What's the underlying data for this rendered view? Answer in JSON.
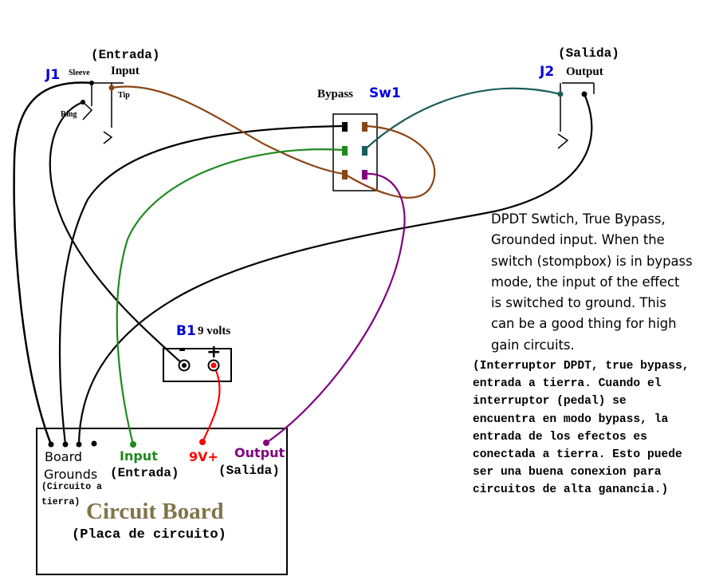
{
  "colors": {
    "ground_wire": "#000000",
    "tip_wire": "#8B4513",
    "output_wire": "#1a5c5c",
    "input_wire": "#1f8a1f",
    "board_output_wire": "#800080",
    "power_wire": "#ff0000",
    "ref_label": "#0000dd",
    "board_title": "#807548"
  },
  "j1": {
    "ref": "J1",
    "label_es": "(Entrada)",
    "label_en": "Input",
    "sleeve": "Sleeve",
    "tip": "Tip",
    "ring": "Ring"
  },
  "j2": {
    "ref": "J2",
    "label_es": "(Salida)",
    "label_en": "Output"
  },
  "sw1": {
    "name": "Bypass",
    "ref": "Sw1"
  },
  "b1": {
    "ref": "B1",
    "label": "9 volts",
    "minus": "-",
    "plus": "+"
  },
  "board": {
    "title": "Circuit Board",
    "title_es": "(Placa de circuito)",
    "grounds_line1": "Board",
    "grounds_line2": "Grounds",
    "grounds_es_line1": "(Circuito a",
    "grounds_es_line2": "tierra)",
    "input_en": "Input",
    "input_es": "(Entrada)",
    "power": "9V+",
    "output_en": "Output",
    "output_es": "(Salida)"
  },
  "notes": {
    "english": "DPDT Swtich, True Bypass,\nGrounded input.  When the\nswitch (stompbox) is in bypass\nmode, the  input of the effect\nis switched to ground.  This\ncan be a good thing for high\ngain circuits.",
    "spanish": "(Interruptor DPDT, true bypass,\nentrada a tierra. Cuando el\ninterruptor (pedal) se\nencuentra en modo bypass, la\nentrada de los efectos es\nconectada a tierra. Esto puede\nser una buena conexion para\ncircuitos de alta ganancia.)"
  }
}
